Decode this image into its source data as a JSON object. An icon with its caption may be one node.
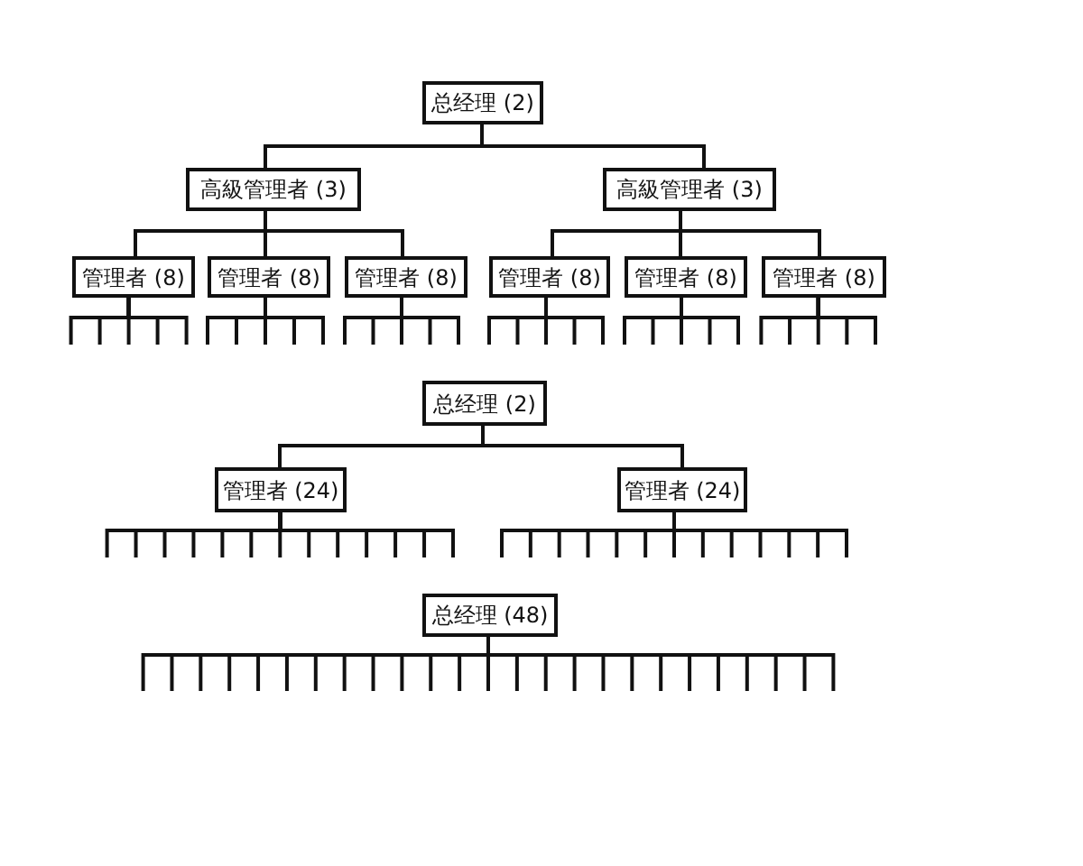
{
  "diagram": {
    "nodes": [
      {
        "text": [
          "总经理 (2)"
        ]
      },
      {
        "text": [
          "高級管理者 (3)"
        ]
      },
      {
        "text": [
          "高級管理者 (3)"
        ]
      },
      {
        "text": [
          "管理者 (8)"
        ]
      },
      {
        "text": [
          "管理者 (8)"
        ]
      },
      {
        "text": [
          "管理者 (8)"
        ]
      },
      {
        "text": [
          "管理者 (8)"
        ]
      },
      {
        "text": [
          "管理者 (8)"
        ]
      },
      {
        "text": [
          "管理者 (8)"
        ]
      },
      {
        "text": [
          "总经理 (2)"
        ]
      },
      {
        "text": [
          "管理者 (24)"
        ]
      },
      {
        "text": [
          "管理者 (24)"
        ]
      },
      {
        "text": [
          "总经理 (48)"
        ]
      }
    ],
    "edges": [
      {
        "from": 0,
        "to": 1,
        "arrow": "none"
      },
      {
        "from": 0,
        "to": 2,
        "arrow": "none"
      },
      {
        "from": 1,
        "to": 3,
        "arrow": "none"
      },
      {
        "from": 1,
        "to": 4,
        "arrow": "none"
      },
      {
        "from": 1,
        "to": 5,
        "arrow": "none"
      },
      {
        "from": 2,
        "to": 6,
        "arrow": "none"
      },
      {
        "from": 2,
        "to": 7,
        "arrow": "none"
      },
      {
        "from": 2,
        "to": 8,
        "arrow": "none"
      },
      {
        "from": 3,
        "to": null,
        "arrow": "none"
      },
      {
        "from": 3,
        "to": null,
        "arrow": "none"
      },
      {
        "from": 3,
        "to": null,
        "arrow": "none"
      },
      {
        "from": 3,
        "to": null,
        "arrow": "none"
      },
      {
        "from": 3,
        "to": null,
        "arrow": "none"
      },
      {
        "from": 4,
        "to": null,
        "arrow": "none"
      },
      {
        "from": 4,
        "to": null,
        "arrow": "none"
      },
      {
        "from": 4,
        "to": null,
        "arrow": "none"
      },
      {
        "from": 4,
        "to": null,
        "arrow": "none"
      },
      {
        "from": 4,
        "to": null,
        "arrow": "none"
      },
      {
        "from": 5,
        "to": null,
        "arrow": "none"
      },
      {
        "from": 5,
        "to": null,
        "arrow": "none"
      },
      {
        "from": 5,
        "to": null,
        "arrow": "none"
      },
      {
        "from": 5,
        "to": null,
        "arrow": "none"
      },
      {
        "from": 5,
        "to": null,
        "arrow": "none"
      },
      {
        "from": 6,
        "to": null,
        "arrow": "none"
      },
      {
        "from": 6,
        "to": null,
        "arrow": "none"
      },
      {
        "from": 6,
        "to": null,
        "arrow": "none"
      },
      {
        "from": 6,
        "to": null,
        "arrow": "none"
      },
      {
        "from": 6,
        "to": null,
        "arrow": "none"
      },
      {
        "from": 7,
        "to": null,
        "arrow": "none"
      },
      {
        "from": 7,
        "to": null,
        "arrow": "none"
      },
      {
        "from": 7,
        "to": null,
        "arrow": "none"
      },
      {
        "from": 7,
        "to": null,
        "arrow": "none"
      },
      {
        "from": 7,
        "to": null,
        "arrow": "none"
      },
      {
        "from": 8,
        "to": null,
        "arrow": "none"
      },
      {
        "from": 8,
        "to": null,
        "arrow": "none"
      },
      {
        "from": 8,
        "to": null,
        "arrow": "none"
      },
      {
        "from": 8,
        "to": null,
        "arrow": "none"
      },
      {
        "from": 8,
        "to": null,
        "arrow": "none"
      },
      {
        "from": 9,
        "to": 10,
        "arrow": "none"
      },
      {
        "from": 9,
        "to": 11,
        "arrow": "none"
      },
      {
        "from": 10,
        "to": null,
        "arrow": "none"
      },
      {
        "from": 10,
        "to": null,
        "arrow": "none"
      },
      {
        "from": 10,
        "to": null,
        "arrow": "none"
      },
      {
        "from": 10,
        "to": null,
        "arrow": "none"
      },
      {
        "from": 10,
        "to": null,
        "arrow": "none"
      },
      {
        "from": 10,
        "to": null,
        "arrow": "none"
      },
      {
        "from": 10,
        "to": null,
        "arrow": "none"
      },
      {
        "from": 10,
        "to": null,
        "arrow": "none"
      },
      {
        "from": 10,
        "to": null,
        "arrow": "none"
      },
      {
        "from": 10,
        "to": null,
        "arrow": "none"
      },
      {
        "from": 10,
        "to": null,
        "arrow": "none"
      },
      {
        "from": 10,
        "to": null,
        "arrow": "none"
      },
      {
        "from": 10,
        "to": null,
        "arrow": "none"
      },
      {
        "from": 11,
        "to": null,
        "arrow": "none"
      },
      {
        "from": 11,
        "to": null,
        "arrow": "none"
      },
      {
        "from": 11,
        "to": null,
        "arrow": "none"
      },
      {
        "from": 11,
        "to": null,
        "arrow": "none"
      },
      {
        "from": 11,
        "to": null,
        "arrow": "none"
      },
      {
        "from": 11,
        "to": null,
        "arrow": "none"
      },
      {
        "from": 11,
        "to": null,
        "arrow": "none"
      },
      {
        "from": 11,
        "to": null,
        "arrow": "none"
      },
      {
        "from": 11,
        "to": null,
        "arrow": "none"
      },
      {
        "from": 11,
        "to": null,
        "arrow": "none"
      },
      {
        "from": 11,
        "to": null,
        "arrow": "none"
      },
      {
        "from": 11,
        "to": null,
        "arrow": "none"
      },
      {
        "from": 11,
        "to": null,
        "arrow": "none"
      },
      {
        "from": 12,
        "to": null,
        "arrow": "none"
      },
      {
        "from": 12,
        "to": null,
        "arrow": "none"
      },
      {
        "from": 12,
        "to": null,
        "arrow": "none"
      },
      {
        "from": 12,
        "to": null,
        "arrow": "none"
      },
      {
        "from": 12,
        "to": null,
        "arrow": "none"
      },
      {
        "from": 12,
        "to": null,
        "arrow": "none"
      },
      {
        "from": 12,
        "to": null,
        "arrow": "none"
      },
      {
        "from": 12,
        "to": null,
        "arrow": "none"
      },
      {
        "from": 12,
        "to": null,
        "arrow": "none"
      },
      {
        "from": 12,
        "to": null,
        "arrow": "none"
      },
      {
        "from": 12,
        "to": null,
        "arrow": "none"
      },
      {
        "from": 12,
        "to": null,
        "arrow": "none"
      },
      {
        "from": 12,
        "to": null,
        "arrow": "none"
      },
      {
        "from": 12,
        "to": null,
        "arrow": "none"
      },
      {
        "from": 12,
        "to": null,
        "arrow": "none"
      },
      {
        "from": 12,
        "to": null,
        "arrow": "none"
      },
      {
        "from": 12,
        "to": null,
        "arrow": "none"
      },
      {
        "from": 12,
        "to": null,
        "arrow": "none"
      },
      {
        "from": 12,
        "to": null,
        "arrow": "none"
      },
      {
        "from": 12,
        "to": null,
        "arrow": "none"
      },
      {
        "from": 12,
        "to": null,
        "arrow": "none"
      },
      {
        "from": 12,
        "to": null,
        "arrow": "none"
      },
      {
        "from": 12,
        "to": null,
        "arrow": "none"
      },
      {
        "from": 12,
        "to": null,
        "arrow": "none"
      },
      {
        "from": 12,
        "to": null,
        "arrow": "none"
      }
    ]
  }
}
